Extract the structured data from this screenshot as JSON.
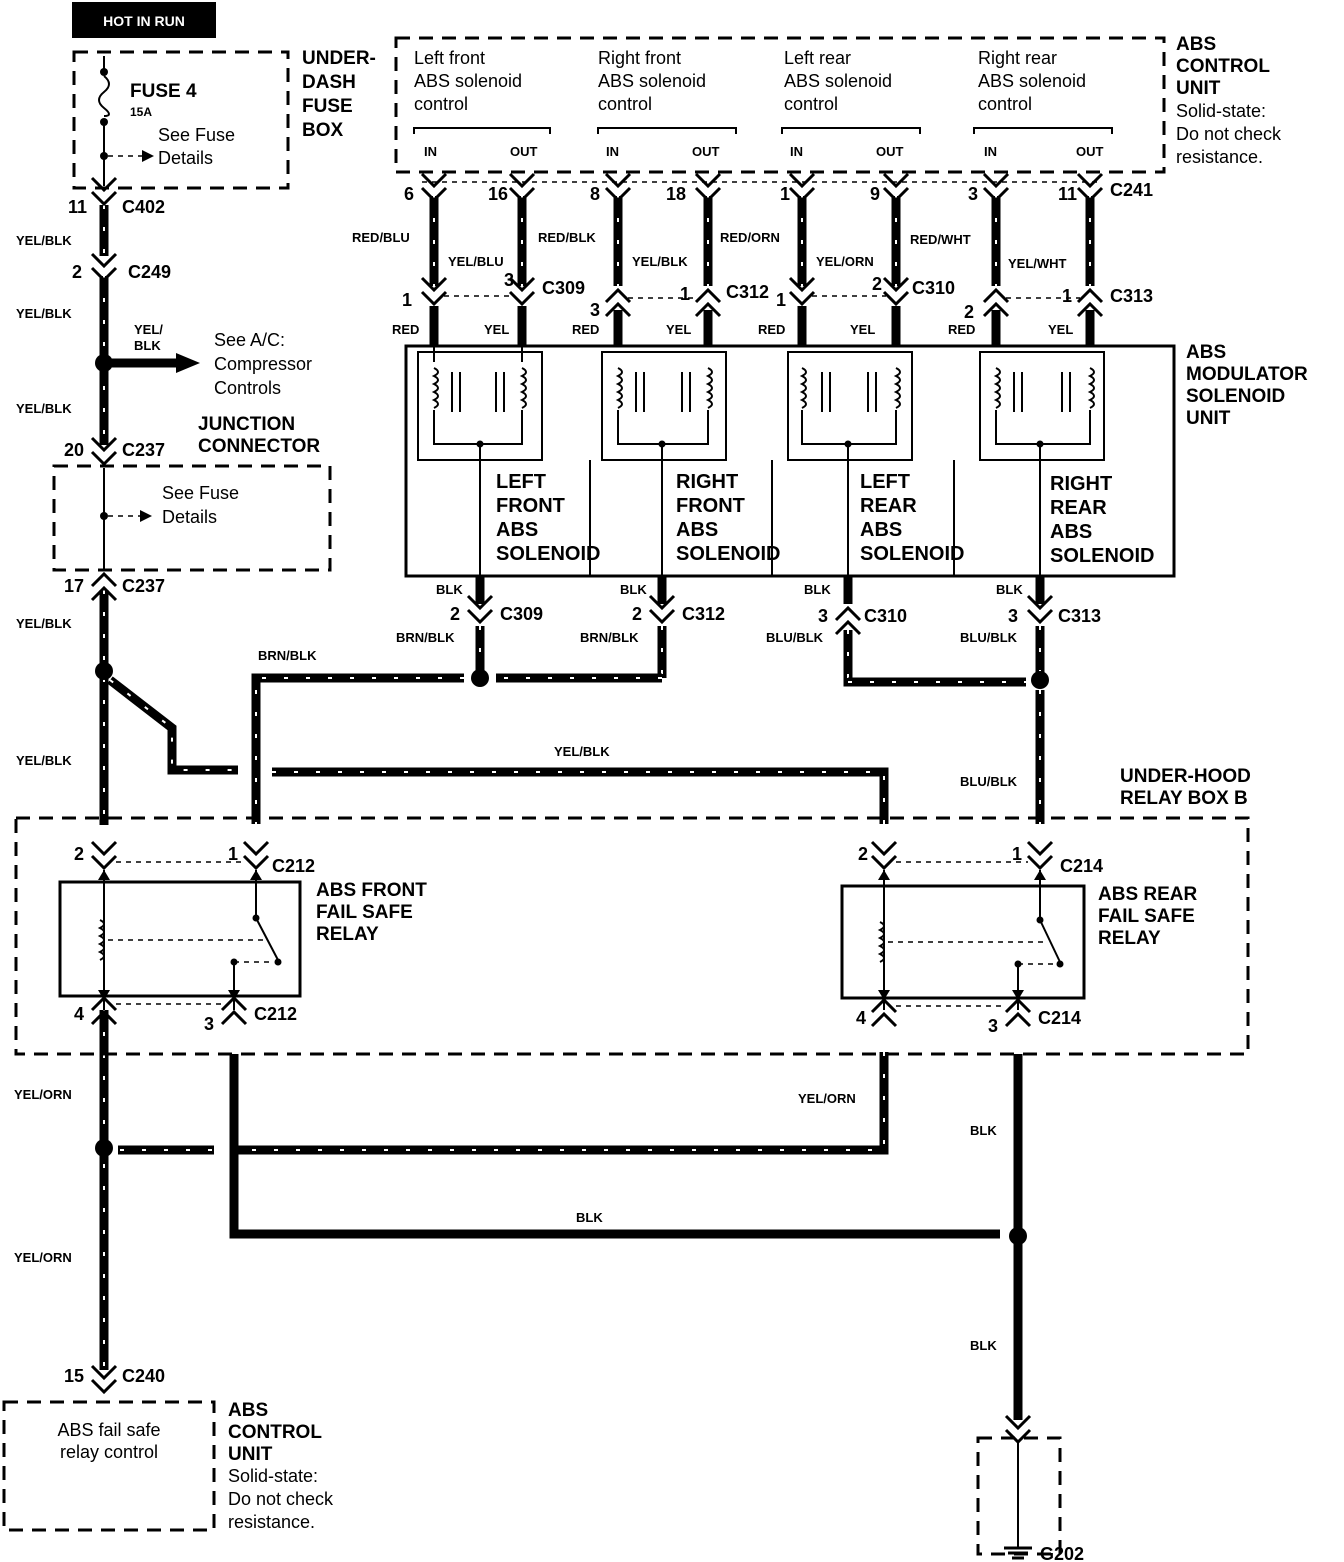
{
  "power": {
    "hot_label": "HOT IN RUN",
    "fuse_name": "FUSE 4",
    "fuse_rating": "15A",
    "fuse_note_1": "See Fuse",
    "fuse_note_2": "Details",
    "fuse_box_1": "UNDER-",
    "fuse_box_2": "DASH",
    "fuse_box_3": "FUSE",
    "fuse_box_4": "BOX"
  },
  "left_chain": {
    "c402_pin": "11",
    "c402": "C402",
    "wire_1": "YEL/BLK",
    "c249_pin": "2",
    "c249": "C249",
    "wire_2": "YEL/BLK",
    "ac_wire_1": "YEL/",
    "ac_wire_2": "BLK",
    "ac_ref_1": "See A/C:",
    "ac_ref_2": "Compressor",
    "ac_ref_3": "Controls",
    "wire_3": "YEL/BLK",
    "junction_1": "JUNCTION",
    "junction_2": "CONNECTOR",
    "c237_top_pin": "20",
    "c237_top": "C237",
    "jc_note_1": "See Fuse",
    "jc_note_2": "Details",
    "c237_bot_pin": "17",
    "c237_bot": "C237",
    "wire_4": "YEL/BLK",
    "wire_5": "YEL/BLK",
    "wire_6": "YEL/ORN",
    "wire_7": "YEL/ORN",
    "c240_pin": "15",
    "c240": "C240"
  },
  "abs_control_top": {
    "title_1": "ABS",
    "title_2": "CONTROL",
    "title_3": "UNIT",
    "note_1": "Solid-state:",
    "note_2": "Do not check",
    "note_3": "resistance.",
    "connector": "C241",
    "channels": [
      {
        "l1": "Left front",
        "l2": "ABS solenoid",
        "l3": "control",
        "in": "IN",
        "out": "OUT",
        "pin_in": "6",
        "pin_out": "16",
        "wire_in": "RED/BLU",
        "wire_out": "YEL/BLU",
        "conn": "C309",
        "pin_red": "1",
        "pin_yel": "3",
        "red": "RED",
        "yel": "YEL"
      },
      {
        "l1": "Right front",
        "l2": "ABS solenoid",
        "l3": "control",
        "in": "IN",
        "out": "OUT",
        "pin_in": "8",
        "pin_out": "18",
        "wire_in": "RED/BLK",
        "wire_out": "YEL/BLK",
        "conn": "C312",
        "pin_red": "3",
        "pin_yel": "1",
        "red": "RED",
        "yel": "YEL"
      },
      {
        "l1": "Left rear",
        "l2": "ABS solenoid",
        "l3": "control",
        "in": "IN",
        "out": "OUT",
        "pin_in": "1",
        "pin_out": "9",
        "wire_in": "RED/ORN",
        "wire_out": "YEL/ORN",
        "conn": "C310",
        "pin_red": "1",
        "pin_yel": "2",
        "red": "RED",
        "yel": "YEL"
      },
      {
        "l1": "Right rear",
        "l2": "ABS solenoid",
        "l3": "control",
        "in": "IN",
        "out": "OUT",
        "pin_in": "3",
        "pin_out": "11",
        "wire_in": "RED/WHT",
        "wire_out": "YEL/WHT",
        "conn": "C313",
        "pin_red": "2",
        "pin_yel": "1",
        "red": "RED",
        "yel": "YEL"
      }
    ]
  },
  "modulator": {
    "title_1": "ABS",
    "title_2": "MODULATOR",
    "title_3": "SOLENOID",
    "title_4": "UNIT",
    "solenoids": [
      {
        "l1": "LEFT",
        "l2": "FRONT",
        "l3": "ABS",
        "l4": "SOLENOID",
        "gnd_wire": "BLK",
        "pin": "2",
        "conn": "C309",
        "lower_wire": "BRN/BLK"
      },
      {
        "l1": "RIGHT",
        "l2": "FRONT",
        "l3": "ABS",
        "l4": "SOLENOID",
        "gnd_wire": "BLK",
        "pin": "2",
        "conn": "C312",
        "lower_wire": "BRN/BLK"
      },
      {
        "l1": "LEFT",
        "l2": "REAR",
        "l3": "ABS",
        "l4": "SOLENOID",
        "gnd_wire": "BLK",
        "pin": "3",
        "conn": "C310",
        "lower_wire": "BLU/BLK"
      },
      {
        "l1": "RIGHT",
        "l2": "REAR",
        "l3": "ABS",
        "l4": "SOLENOID",
        "gnd_wire": "BLK",
        "pin": "3",
        "conn": "C313",
        "lower_wire": "BLU/BLK"
      }
    ]
  },
  "harness": {
    "brn_blk": "BRN/BLK",
    "yel_blk": "YEL/BLK",
    "blu_blk": "BLU/BLK",
    "yel_orn_right": "YEL/ORN",
    "blk_right": "BLK",
    "blk_bottom": "BLK",
    "blk_ground": "BLK"
  },
  "relay_box": {
    "title_1": "UNDER-HOOD",
    "title_2": "RELAY BOX B",
    "front": {
      "l1": "ABS FRONT",
      "l2": "FAIL SAFE",
      "l3": "RELAY",
      "conn": "C212",
      "p1": "1",
      "p2": "2",
      "p3": "3",
      "p4": "4"
    },
    "rear": {
      "l1": "ABS REAR",
      "l2": "FAIL SAFE",
      "l3": "RELAY",
      "conn": "C214",
      "p1": "1",
      "p2": "2",
      "p3": "3",
      "p4": "4"
    }
  },
  "abs_control_bottom": {
    "box_1": "ABS fail safe",
    "box_2": "relay control",
    "title_1": "ABS",
    "title_2": "CONTROL",
    "title_3": "UNIT",
    "note_1": "Solid-state:",
    "note_2": "Do not check",
    "note_3": "resistance."
  },
  "ground": {
    "name": "G202"
  }
}
